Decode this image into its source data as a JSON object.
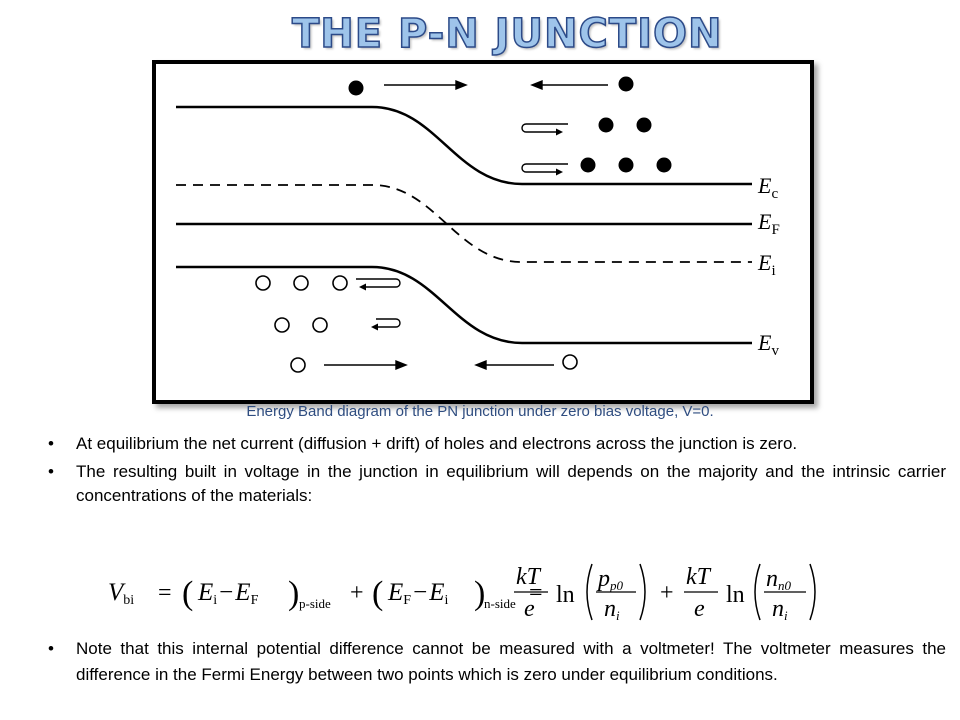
{
  "slide": {
    "title": "THE P-N JUNCTION",
    "caption": "Energy Band diagram of the PN junction under zero bias voltage, V=0.",
    "bullets": [
      "At equilibrium the net current (diffusion + drift) of holes and electrons across the junction is zero.",
      "The resulting built in voltage in the junction in equilibrium will depends on the majority and the intrinsic carrier concentrations of the materials:",
      "Note that this internal potential difference cannot be measured with a voltmeter! The voltmeter measures the difference in the Fermi Energy between two points which is zero under equilibrium conditions."
    ]
  },
  "diagram": {
    "band_labels": {
      "ec": {
        "main": "E",
        "sub": "c"
      },
      "ef": {
        "main": "E",
        "sub": "F"
      },
      "ei": {
        "main": "E",
        "sub": "i"
      },
      "ev": {
        "main": "E",
        "sub": "v"
      }
    }
  },
  "equation": {
    "vbi": "V",
    "vbi_sub": "bi",
    "eq_sign": "=",
    "term1": {
      "left": "E",
      "left_sub": "i",
      "minus": "−",
      "right": "E",
      "right_sub": "F",
      "region": "p-side"
    },
    "plus": "+",
    "term2": {
      "left": "E",
      "left_sub": "F",
      "minus": "−",
      "right": "E",
      "right_sub": "i",
      "region": "n-side"
    },
    "frac_num": "kT",
    "frac_den": "e",
    "ln": "ln",
    "ratio1": {
      "num": "p",
      "num_sub": "p0",
      "den": "n",
      "den_sub": "i"
    },
    "ratio2": {
      "num": "n",
      "num_sub": "n0",
      "den": "n",
      "den_sub": "i"
    }
  },
  "colors": {
    "title_fill": "#9ec4ea",
    "title_stroke": "#2c4a88",
    "caption": "#2f4d80"
  }
}
